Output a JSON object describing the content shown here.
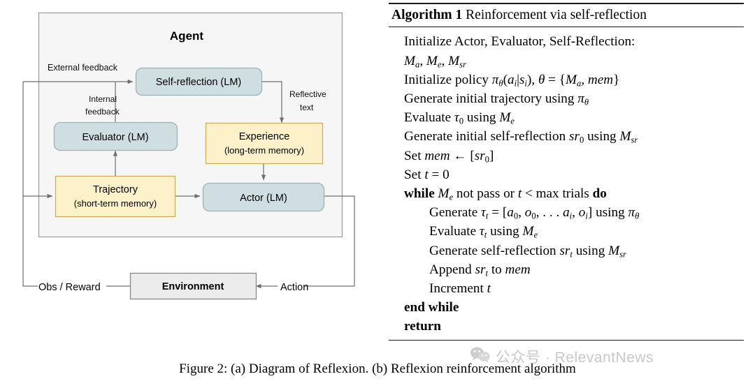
{
  "diagram": {
    "agent_title": "Agent",
    "boxes": {
      "self_reflection": "Self-reflection (LM)",
      "evaluator": "Evaluator (LM)",
      "experience_line1": "Experience",
      "experience_line2": "(long-term memory)",
      "trajectory_line1": "Trajectory",
      "trajectory_line2": "(short-term memory)",
      "actor": "Actor (LM)",
      "environment": "Environment"
    },
    "edge_labels": {
      "external_feedback": "External feedback",
      "internal_feedback_line1": "Internal",
      "internal_feedback_line2": "feedback",
      "reflective_text_line1": "Reflective",
      "reflective_text_line2": "text",
      "obs_reward": "Obs / Reward",
      "action": "Action"
    },
    "colors": {
      "blue_fill": "#cfdee1",
      "blue_stroke": "#9bb3b7",
      "yellow_fill": "#fdf1c9",
      "yellow_stroke": "#c9ab55",
      "agent_fill": "#f6f6f6",
      "agent_stroke": "#9a9a9a",
      "env_fill": "#ececec",
      "env_stroke": "#8a8a8a",
      "line": "#6f6f6f"
    }
  },
  "algorithm": {
    "label": "Algorithm 1",
    "title": "Reinforcement via self-reflection",
    "lines": [
      "Initialize Actor, Evaluator, Self-Reflection:",
      "Ma, Me, Msr",
      "Initialize policy πθ(ai|si), θ = {Ma, mem}",
      "Generate initial trajectory using πθ",
      "Evaluate τ0 using Me",
      "Generate initial self-reflection sr0 using Msr",
      "Set mem ← [sr0]",
      "Set t = 0",
      "while Me not pass or t < max trials do",
      "Generate τt = [a0, o0, . . . ai, oi] using πθ",
      "Evaluate τt using Me",
      "Generate self-reflection srt using Msr",
      "Append srt to mem",
      "Increment t",
      "end while",
      "return"
    ]
  },
  "caption": {
    "text": "Figure 2: (a) Diagram of Reflexion. (b) Reflexion reinforcement algorithm"
  },
  "watermark": {
    "text": "公众号 · RelevantNews"
  }
}
